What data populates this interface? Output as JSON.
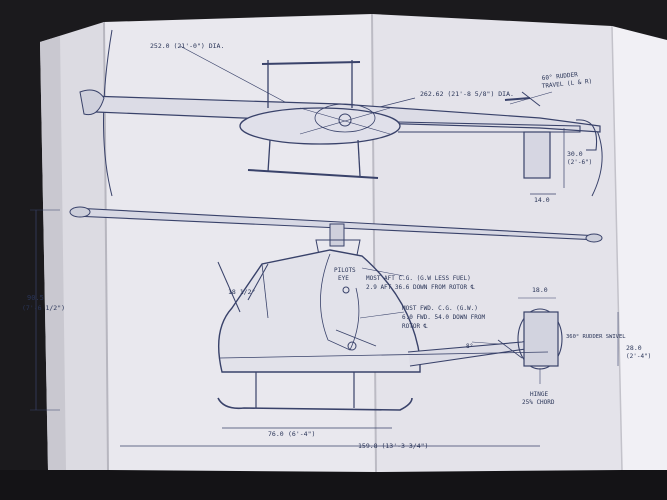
{
  "drawing": {
    "top_view": {
      "rotor_diameter": "252.0 (21'-0\") DIA.",
      "tail_rotor_diameter": "262.62 (21'-8 5/8\") DIA.",
      "rudder_travel_line1": "60° RUDDER",
      "rudder_travel_line2": "TRAVEL (L & R)",
      "tail_height": "30.0",
      "tail_height_ft": "(2'-6\")",
      "tail_width": "14.0"
    },
    "side_view": {
      "overall_height": "90.5",
      "overall_height_ft": "(7'-6 1/2\")",
      "pilots_eye_line1": "PILOTS",
      "pilots_eye_line2": "EYE",
      "angle": "18 1/2°",
      "most_aft_cg_line1": "MOST AFT C.G. (G.W LESS FUEL)",
      "most_aft_cg_line2": "2.9 AFT 36.6 DOWN FROM ROTOR ℄",
      "most_fwd_cg_line1": "MOST FWD. C.G. (G.W.)",
      "most_fwd_cg_line2": "6.0 FWD. 54.0 DOWN FROM",
      "most_fwd_cg_line3": "ROTOR ℄",
      "rudder_width": "18.0",
      "rudder_swivel": "360° RUDDER SWIVEL",
      "rudder_height": "28.0",
      "rudder_height_ft": "(2'-4\")",
      "hinge_line1": "HINGE",
      "hinge_line2": "25% CHORD",
      "tail_angle": "8°",
      "skid_length": "76.0",
      "skid_length_ft": "(6'-4\")",
      "overall_length": "159.8 (13'-3 3/4\")"
    }
  }
}
